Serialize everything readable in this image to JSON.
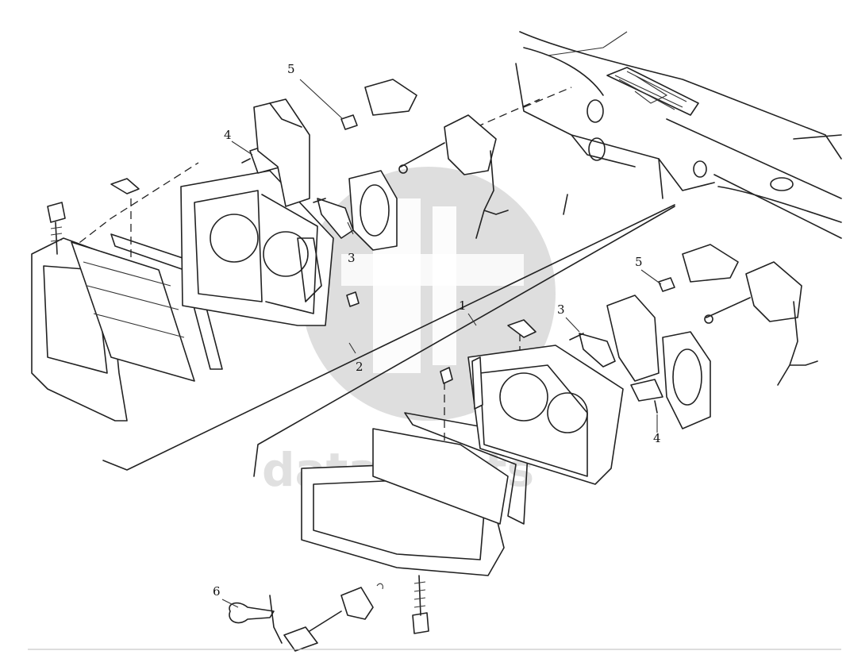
{
  "diagram": {
    "callouts": {
      "c5_top": "5",
      "c4_top": "4",
      "c3_top": "3",
      "c2": "2",
      "c1": "1",
      "c5_right": "5",
      "c3_right": "3",
      "c4_right": "4",
      "c6": "6"
    },
    "watermark_text": "data-parts",
    "colors": {
      "line": "#222222",
      "watermark": "#bdbdbd",
      "background": "#ffffff"
    }
  }
}
